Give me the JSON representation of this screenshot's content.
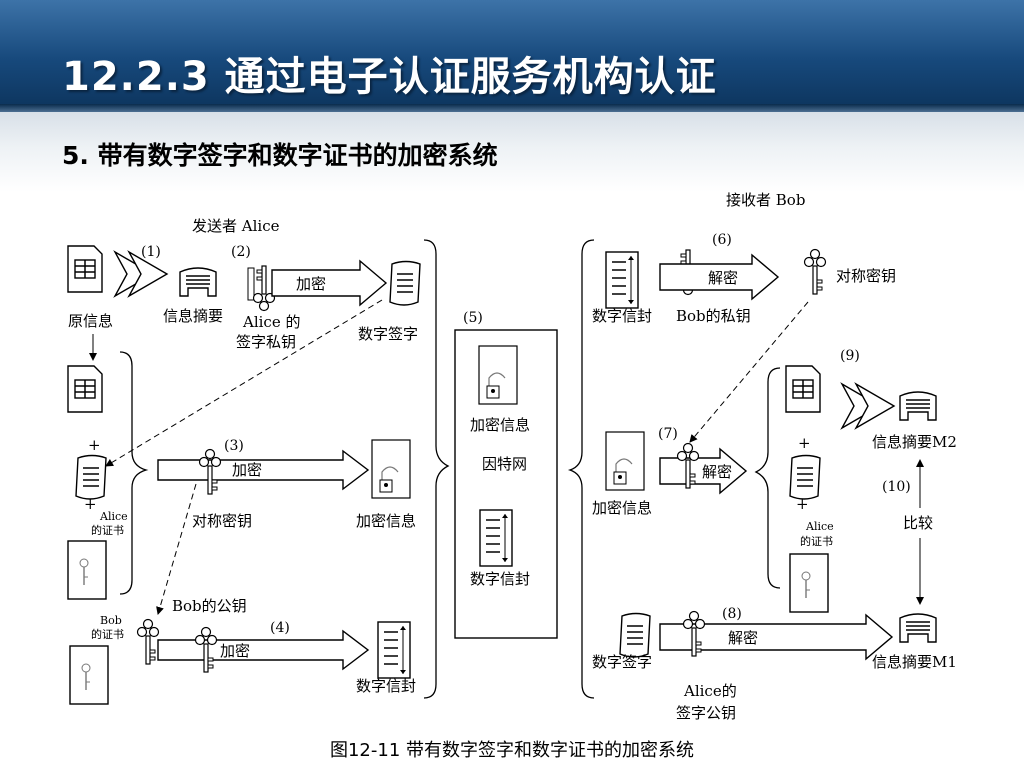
{
  "slide": {
    "title": "12.2.3  通过电子认证服务机构认证",
    "subtitle": "5. 带有数字签字和数字证书的加密系统",
    "caption": "图12-11  带有数字签字和数字证书的加密系统"
  },
  "diagram": {
    "sender": "发送者 Alice",
    "receiver": "接收者 Bob",
    "steps": [
      "(1)",
      "(2)",
      "(3)",
      "(4)",
      "(5)",
      "(6)",
      "(7)",
      "(8)",
      "(9)",
      "(10)"
    ],
    "labels": {
      "original_info": "原信息",
      "info_digest": "信息摘要",
      "alice_private_key": [
        "Alice 的",
        "签字私钥"
      ],
      "encrypt": "加密",
      "digital_signature": "数字签字",
      "plus": "+",
      "alice_cert": [
        "Alice",
        "的证书"
      ],
      "symmetric_key": "对称密钥",
      "encrypted_info": "加密信息",
      "bob_public_key": "Bob的公钥",
      "bob_cert": [
        "Bob",
        "的证书"
      ],
      "digital_envelope": "数字信封",
      "internet": "因特网",
      "decrypt": "解密",
      "bob_private_key": "Bob的私钥",
      "digest_m2": "信息摘要M2",
      "digest_m1": "信息摘要M1",
      "compare": "比较",
      "alice_public_key": [
        "Alice的",
        "签字公钥"
      ]
    }
  }
}
